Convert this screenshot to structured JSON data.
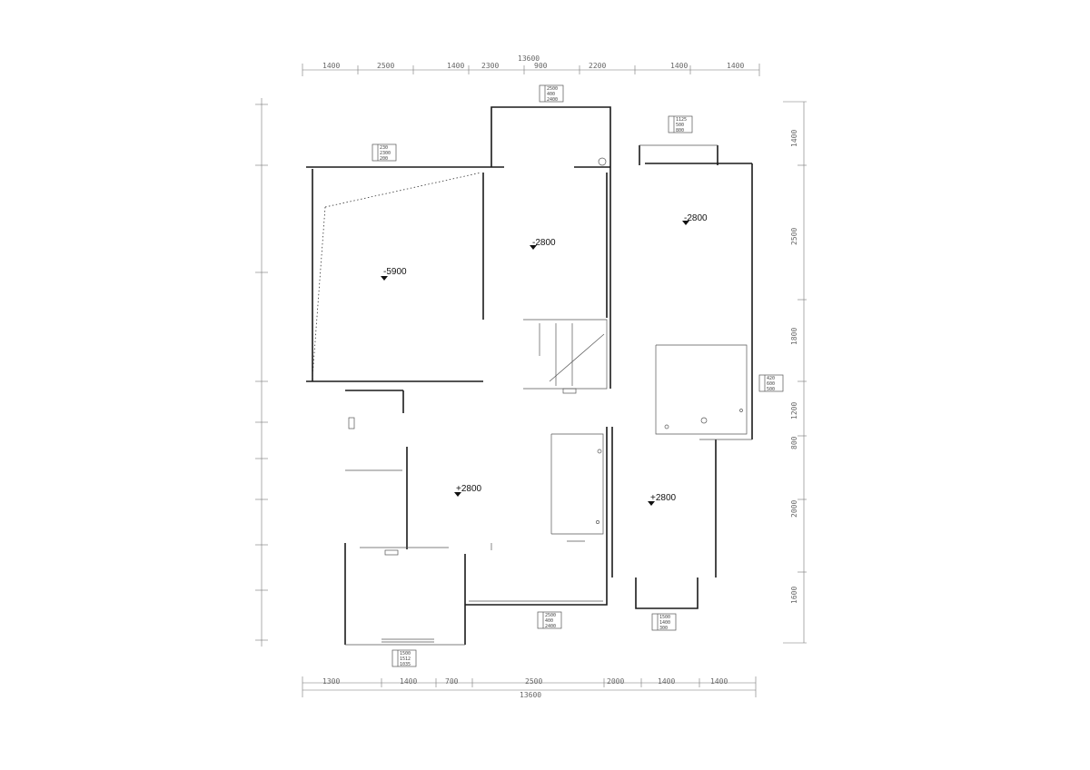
{
  "levels": [
    {
      "label": "-5900"
    },
    {
      "label": "-2800"
    },
    {
      "label": "-2800"
    },
    {
      "label": "+2800"
    },
    {
      "label": "+2800"
    }
  ],
  "dimensions": {
    "top_total": "13600",
    "top_segments": [
      "1400",
      "2500",
      "1400",
      "2300",
      "900",
      "2200",
      "1400",
      "1400"
    ],
    "bottom_total": "13600",
    "bottom_segments": [
      "1300",
      "1400",
      "700",
      "2500",
      "2000",
      "1400",
      "1400"
    ],
    "right_segments": [
      "1400",
      "2500",
      "1800",
      "1200",
      "800",
      "2000",
      "1600"
    ]
  },
  "tags": [
    {
      "lines": [
        "2500",
        "400",
        "2400"
      ]
    },
    {
      "lines": [
        "1125",
        "500",
        "800"
      ]
    },
    {
      "lines": [
        "230",
        "2300",
        "200"
      ]
    },
    {
      "lines": [
        "420",
        "600",
        "500"
      ]
    },
    {
      "lines": [
        "2500",
        "400",
        "2400"
      ]
    },
    {
      "lines": [
        "1500",
        "1400",
        "300"
      ]
    },
    {
      "lines": [
        "1500",
        "1512",
        "1035"
      ]
    }
  ]
}
